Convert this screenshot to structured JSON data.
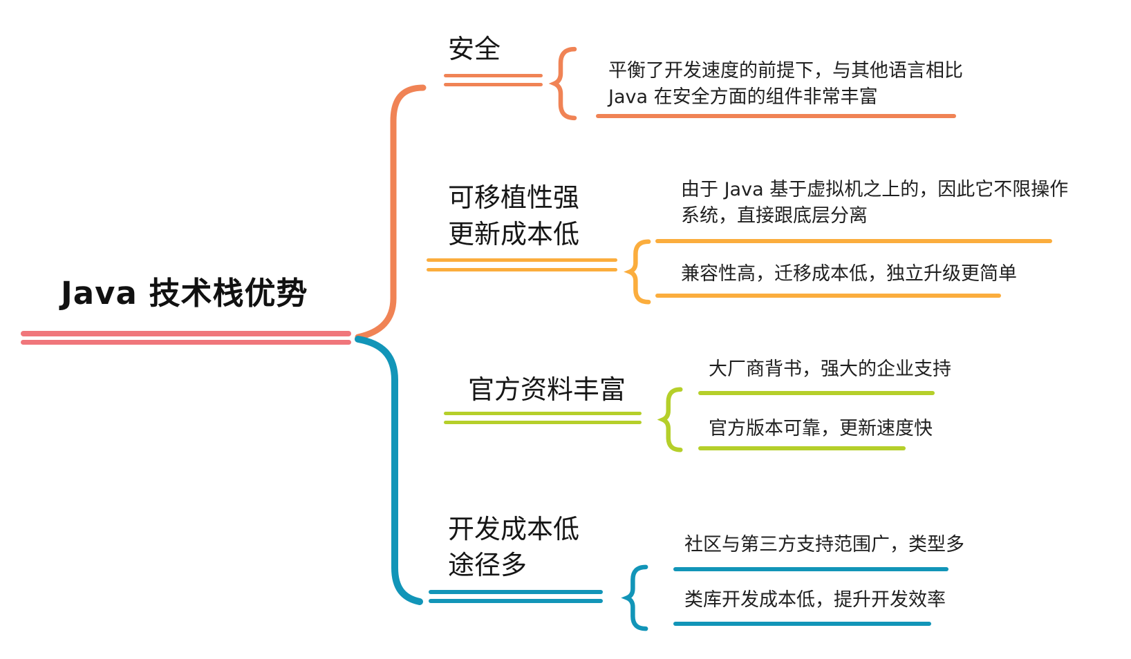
{
  "title": "Java 技术栈优势 mind map",
  "root": {
    "label": "Java 技术栈优势"
  },
  "colors": {
    "root_red": "#F0767B",
    "branch_salmon": "#F08355",
    "branch_amber": "#FBAD3D",
    "branch_green": "#B5CF2A",
    "branch_teal": "#1295B8",
    "text": "#1F1F1F",
    "background": "#FFFFFF"
  },
  "branches": [
    {
      "id": "security",
      "color": "#F08355",
      "label_lines": [
        "安全"
      ],
      "leaves": [
        {
          "lines": [
            "平衡了开发速度的前提下，与其他语言相比",
            "Java 在安全方面的组件非常丰富"
          ]
        }
      ]
    },
    {
      "id": "portability",
      "color": "#FBAD3D",
      "label_lines": [
        "可移植性强",
        "更新成本低"
      ],
      "leaves": [
        {
          "lines": [
            "由于 Java 基于虚拟机之上的，因此它不限操作",
            "系统，直接跟底层分离"
          ]
        },
        {
          "lines": [
            "兼容性高，迁移成本低，独立升级更简单"
          ]
        }
      ]
    },
    {
      "id": "official-docs",
      "color": "#B5CF2A",
      "label_lines": [
        "官方资料丰富"
      ],
      "leaves": [
        {
          "lines": [
            "大厂商背书，强大的企业支持"
          ]
        },
        {
          "lines": [
            "官方版本可靠，更新速度快"
          ]
        }
      ]
    },
    {
      "id": "dev-cost",
      "color": "#1295B8",
      "label_lines": [
        "开发成本低",
        "途径多"
      ],
      "leaves": [
        {
          "lines": [
            "社区与第三方支持范围广，类型多"
          ]
        },
        {
          "lines": [
            "类库开发成本低，提升开发效率"
          ]
        }
      ]
    }
  ]
}
